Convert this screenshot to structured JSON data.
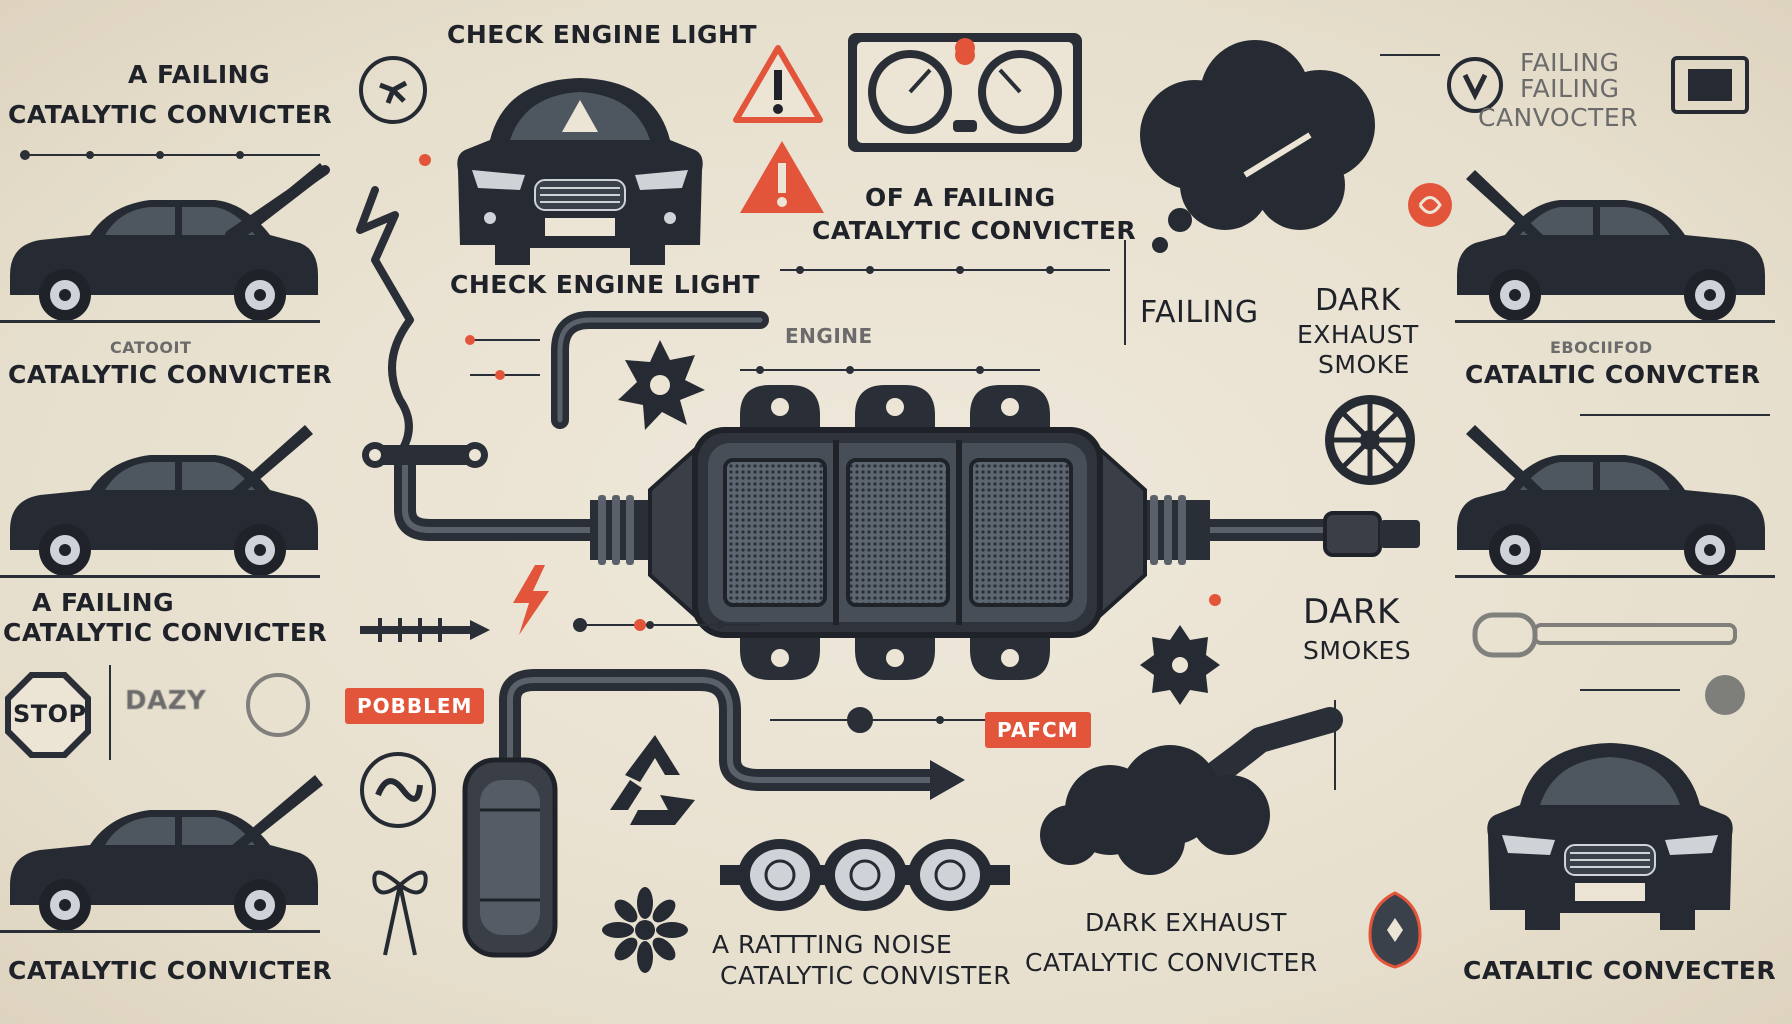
{
  "labels": {
    "check_engine_top": "CHECK ENGINE LIGHT",
    "check_engine_mid": "CHECK ENGINE LIGHT",
    "failing_cat_top_left": [
      "A FAILING",
      "CATALYTIC CONVICTER"
    ],
    "cat_conv_left_1": "CATALYTIC CONVICTER",
    "cat_conv_left_faint": "CATOOIT",
    "failing_cat_left_2": [
      "A FAILING",
      "CATALYTIC CONVICTER"
    ],
    "cat_conv_left_bottom": "CATALYTIC CONVICTER",
    "of_failing": [
      "OF A FAILING",
      "CATALYTIC CONVICTER"
    ],
    "engine_faint": "ENGINE",
    "failing_mid": "FAILING",
    "dark_exhaust_smoke": [
      "DARK",
      "EXHAUST",
      "SMOKE"
    ],
    "failing_top_right": [
      "FAILING",
      "FAILING",
      "CANVOCTER"
    ],
    "cat_conv_right": "CATALTIC CONVCTER",
    "cat_conv_right_faint": "EBOCIIFOD",
    "dark_smokes": [
      "DARK",
      "SMOKES"
    ],
    "rattling": [
      "A RATTTING NOISE",
      "CATALYTIC CONVISTER"
    ],
    "dark_exhaust_bottom": [
      "DARK EXHAUST",
      "CATALYTIC CONVICTER"
    ],
    "cat_conv_bottom_right": "CATALTIC CONVECTER",
    "stop": "STOP",
    "problem": "POBBLEM",
    "pafcm": "PAFCM",
    "dazy_faint": "DAZY"
  },
  "icons": {
    "warning": "warning-triangle-icon",
    "dashboard": "dashboard-gauges-icon",
    "smoke": "smoke-cloud-icon",
    "recycle": "recycle-icon",
    "bolt": "lightning-icon"
  },
  "colors": {
    "ink": "#1f2329",
    "accent_red": "#e2553a",
    "background": "#ece5d6"
  }
}
